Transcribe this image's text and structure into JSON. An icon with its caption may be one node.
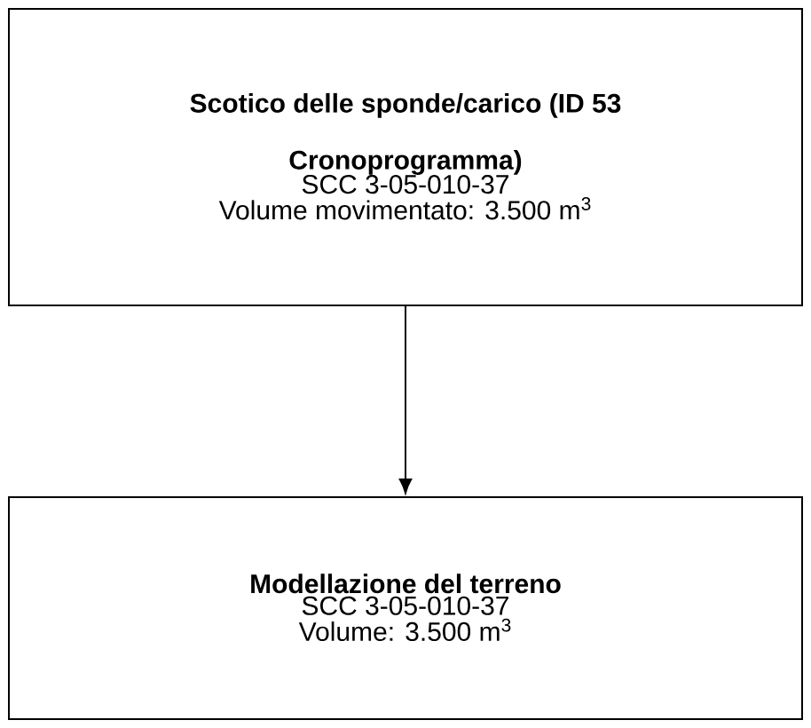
{
  "diagram": {
    "nodes": [
      {
        "text": [
          "Scotico delle sponde/carico (ID 53 Cronoprogramma)",
          "SCC 3-05-010-37",
          "Volume movimentato: 3.500 m$^{3}$"
        ]
      },
      {
        "text": [
          "Modellazione del terreno",
          "SCC 3-05-010-37",
          "Volume: 3.500 m$^{3}$"
        ]
      }
    ],
    "edges": [
      {
        "from": 0,
        "to": 1,
        "arrow": "to"
      }
    ]
  }
}
